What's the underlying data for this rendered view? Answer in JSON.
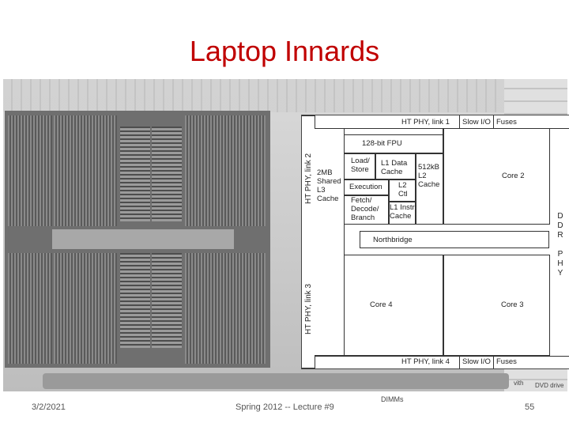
{
  "slide": {
    "title": "Laptop Innards",
    "date": "3/2/2021",
    "course": "Spring 2012 -- Lecture #9",
    "page_number": "55"
  },
  "photo_labels": {
    "dimms": "DIMMs",
    "with": "vith",
    "dvd_drive": "DVD drive"
  },
  "floorplan": {
    "ht_phy_link1": "HT PHY, link 1",
    "slow_io_top": "Slow I/O",
    "fuses_top": "Fuses",
    "fpu": "128-bit FPU",
    "load_store": "Load/\nStore",
    "l1_data_cache": "L1 Data\nCache",
    "l2_cache": "512kB\nL2\nCache",
    "execution": "Execution",
    "l2_ctl": "L2\nCtl",
    "fetch_decode_branch": "Fetch/\nDecode/\nBranch",
    "l1_instr_cache": "L1 Instr\nCache",
    "l3_cache": "2MB\nShared\nL3\nCache",
    "ht_phy_link2": "HT PHY, link 2",
    "ht_phy_link3": "HT PHY, link 3",
    "core2": "Core 2",
    "northbridge": "Northbridge",
    "core4": "Core 4",
    "core3": "Core 3",
    "ht_phy_link4": "HT PHY, link 4",
    "slow_io_bottom": "Slow I/O",
    "fuses_bottom": "Fuses",
    "ddr_phy": "D\nD\nR\n\nP\nH\nY"
  }
}
